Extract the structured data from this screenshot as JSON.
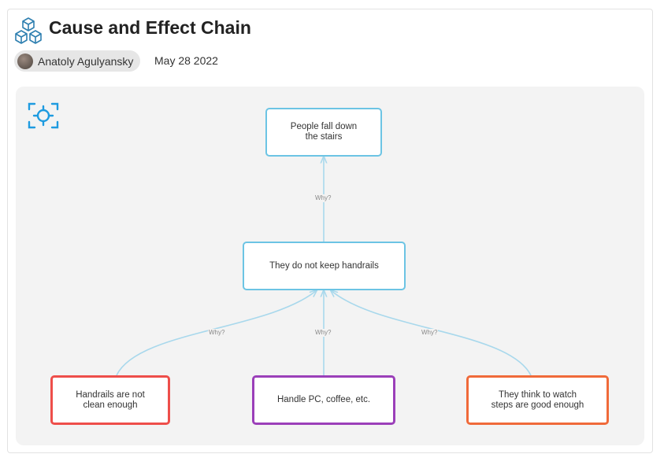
{
  "header": {
    "title": "Cause and Effect Chain",
    "icon": "cubes-icon",
    "author": "Anatoly Agulyansky",
    "date": "May 28 2022"
  },
  "diagram": {
    "focus_icon": "focus-crosshair-icon",
    "nodes": {
      "effect": "People fall down\nthe stairs",
      "cause": "They do not keep handrails",
      "root_left": "Handrails are not\nclean enough",
      "root_middle": "Handle PC, coffee, etc.",
      "root_right": "They think to watch\nsteps are good enough"
    },
    "edge_labels": {
      "cause_to_effect": "Why?",
      "left_to_cause": "Why?",
      "middle_to_cause": "Why?",
      "right_to_cause": "Why?"
    },
    "colors": {
      "edge": "#a8d8ec",
      "blue_border": "#6cc4e4",
      "red_border": "#ee4e4a",
      "purple_border": "#9b3fb9",
      "orange_border": "#f06a3a",
      "icon_blue": "#1e9be0"
    }
  }
}
